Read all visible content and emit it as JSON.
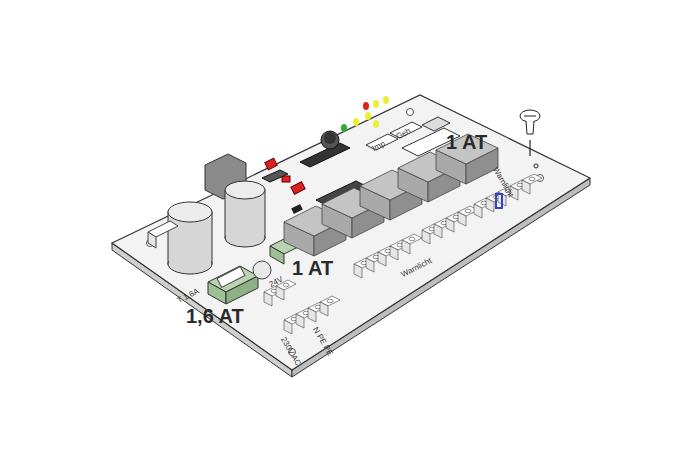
{
  "diagram": {
    "labels": [
      "1 AT",
      "1 AT",
      "1,6 AT",
      "T 1,6A",
      "230V AC",
      "N PE PE",
      "24V",
      "Imp",
      "Geh",
      "Warnlicht",
      "Warnlicht"
    ]
  }
}
